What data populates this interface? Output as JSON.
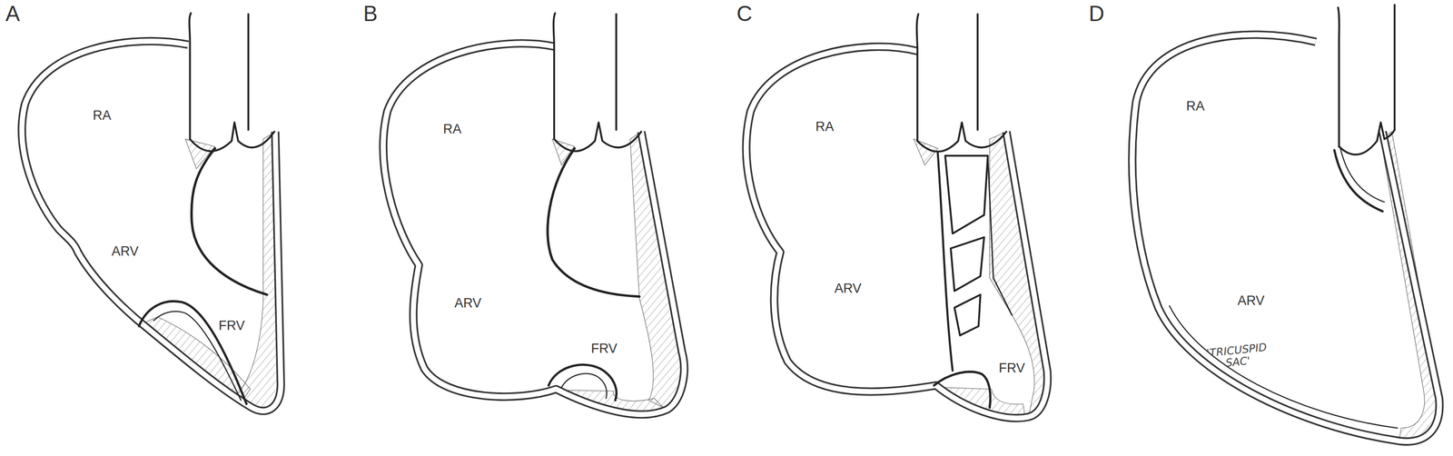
{
  "diagram": {
    "labels": [
      "A",
      "RA",
      "ARV",
      "FRV",
      "B",
      "RA",
      "ARV",
      "FRV",
      "C",
      "RA",
      "ARV",
      "FRV",
      "D",
      "RA",
      "ARV",
      "'TRICUSPID SAC'"
    ]
  }
}
